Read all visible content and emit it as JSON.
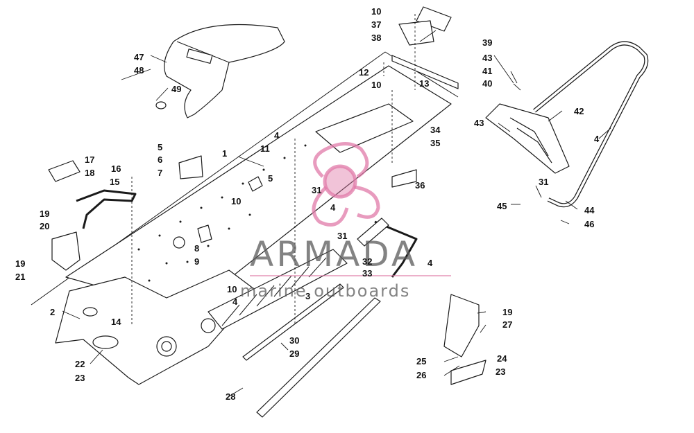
{
  "diagram": {
    "callouts": {
      "c1": "1",
      "c2": "2",
      "c3": "3",
      "c4a": "4",
      "c4b": "4",
      "c4c": "4",
      "c4d": "4",
      "c4e": "4",
      "c5a": "5",
      "c5b": "5",
      "c6": "6",
      "c7": "7",
      "c8": "8",
      "c9": "9",
      "c10a": "10",
      "c10b": "10",
      "c10c": "10",
      "c10d": "10",
      "c11": "11",
      "c12": "12",
      "c13": "13",
      "c14": "14",
      "c15": "15",
      "c16": "16",
      "c17": "17",
      "c18": "18",
      "c19a": "19",
      "c19b": "19",
      "c19c": "19",
      "c20": "20",
      "c21": "21",
      "c22": "22",
      "c23a": "23",
      "c23b": "23",
      "c24": "24",
      "c25": "25",
      "c26": "26",
      "c27": "27",
      "c28": "28",
      "c29": "29",
      "c30": "30",
      "c31a": "31",
      "c31b": "31",
      "c31c": "31",
      "c32": "32",
      "c33": "33",
      "c34": "34",
      "c35": "35",
      "c36": "36",
      "c37": "37",
      "c38": "38",
      "c39": "39",
      "c40": "40",
      "c41": "41",
      "c42": "42",
      "c43a": "43",
      "c43b": "43",
      "c44": "44",
      "c45": "45",
      "c46": "46",
      "c47": "47",
      "c48": "48",
      "c49": "49"
    },
    "watermark": {
      "title": "ARMADA",
      "subtitle": "marine outboards",
      "logo_color": "#e07aa8"
    },
    "colors": {
      "line": "#1a1a1a",
      "part_fill": "#ffffff",
      "shade": "#cfcfcf"
    }
  }
}
